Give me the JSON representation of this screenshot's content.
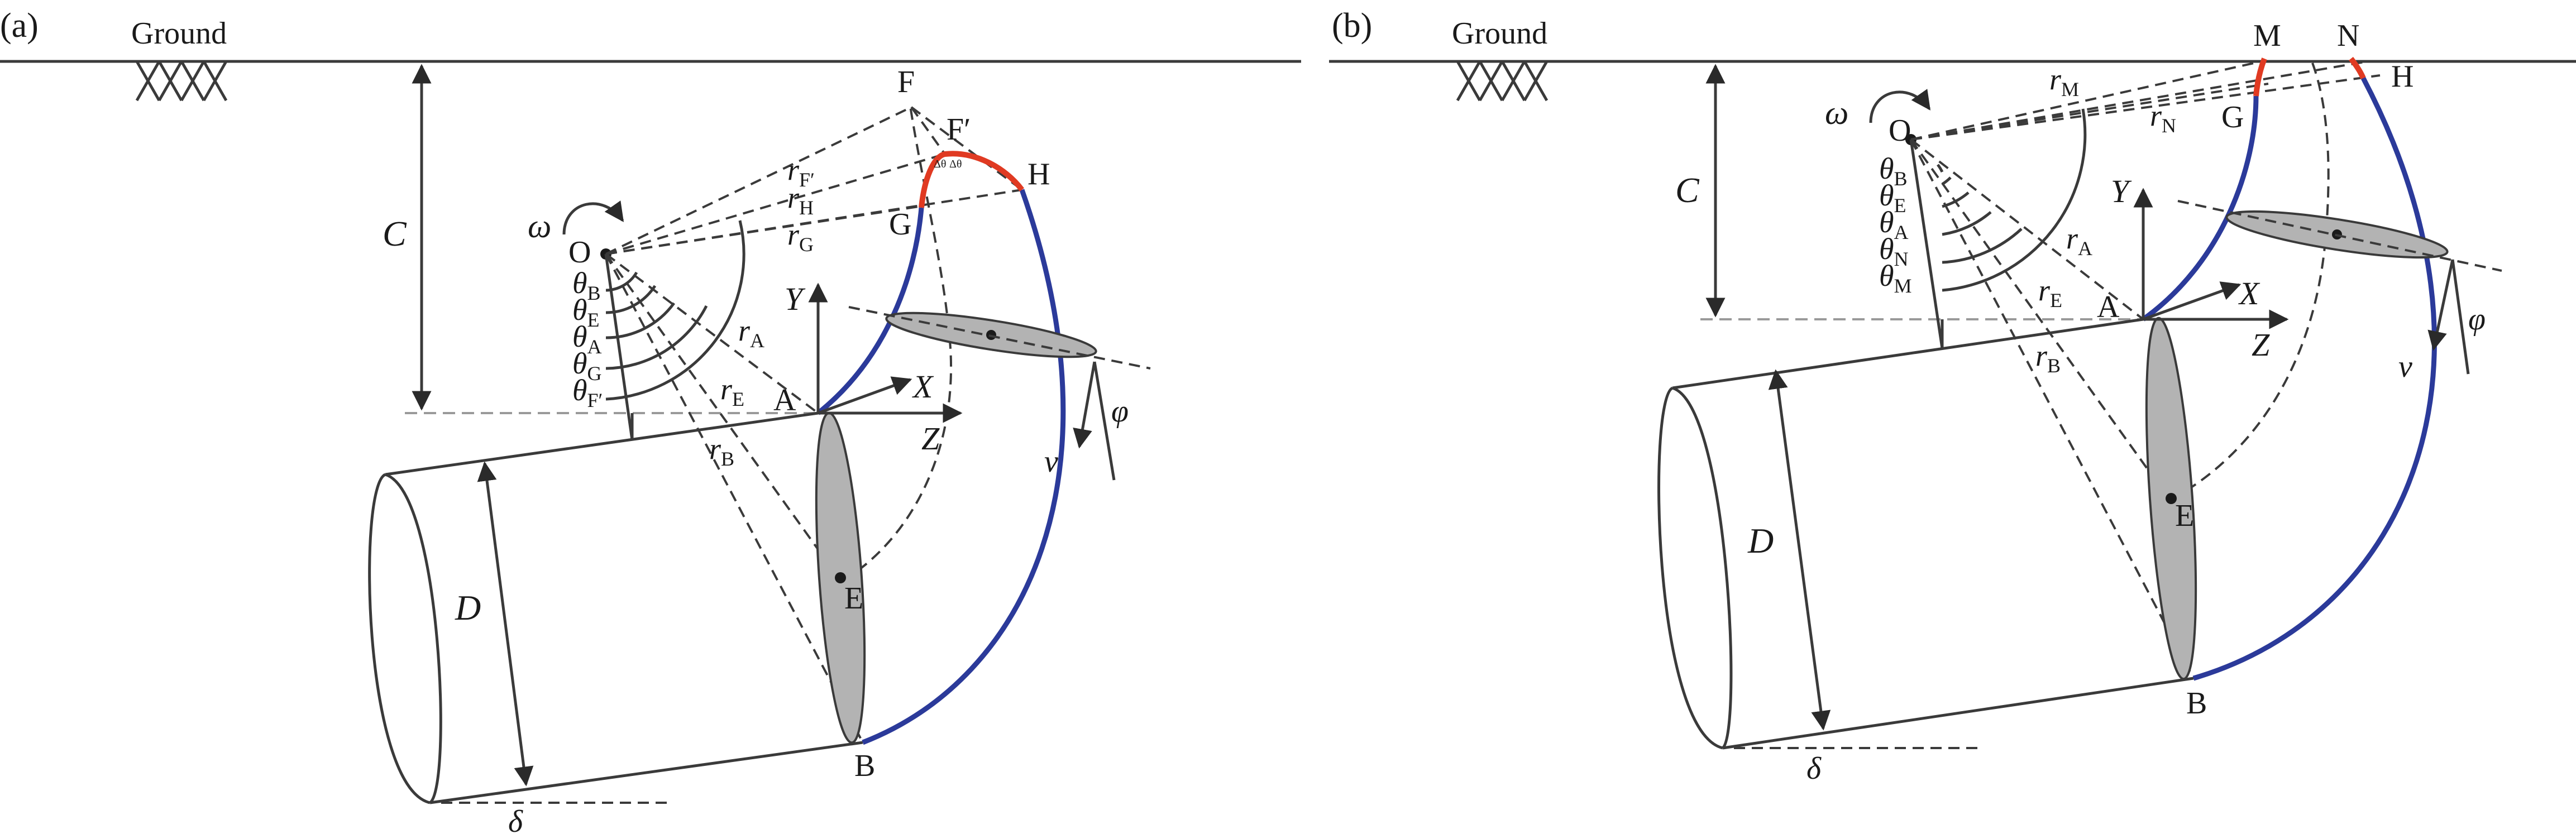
{
  "panels": [
    {
      "panel_label": "(a)",
      "ground_label": "Ground",
      "cover_label": "C",
      "diameter_label": "D",
      "angular_velocity_label": "ω",
      "velocity_label": "v",
      "friction_angle_label": "φ",
      "inclination_label": "δ",
      "axes": {
        "x": "X",
        "y": "Y",
        "z": "Z"
      },
      "points": {
        "O": "O",
        "A": "A",
        "B": "B",
        "E": "E",
        "F": "F",
        "F_prime": "F′",
        "G": "G",
        "H": "H"
      },
      "radii": {
        "rA": {
          "main": "r",
          "sub": "A"
        },
        "rB": {
          "main": "r",
          "sub": "B"
        },
        "rE": {
          "main": "r",
          "sub": "E"
        },
        "rG": {
          "main": "r",
          "sub": "G"
        },
        "rH": {
          "main": "r",
          "sub": "H"
        },
        "rF_prime": {
          "main": "r",
          "sub": "F′"
        }
      },
      "angles": [
        {
          "main": "θ",
          "sub": "B"
        },
        {
          "main": "θ",
          "sub": "E"
        },
        {
          "main": "θ",
          "sub": "A"
        },
        {
          "main": "θ",
          "sub": "G"
        },
        {
          "main": "θ",
          "sub": "F′"
        }
      ],
      "small_angle_labels": [
        "Δθ",
        "Δθ"
      ]
    },
    {
      "panel_label": "(b)",
      "ground_label": "Ground",
      "cover_label": "C",
      "diameter_label": "D",
      "angular_velocity_label": "ω",
      "velocity_label": "v",
      "friction_angle_label": "φ",
      "inclination_label": "δ",
      "axes": {
        "x": "X",
        "y": "Y",
        "z": "Z"
      },
      "points": {
        "O": "O",
        "A": "A",
        "B": "B",
        "E": "E",
        "M": "M",
        "N": "N",
        "G": "G",
        "H": "H"
      },
      "radii": {
        "rM": {
          "main": "r",
          "sub": "M"
        },
        "rN": {
          "main": "r",
          "sub": "N"
        },
        "rA": {
          "main": "r",
          "sub": "A"
        },
        "rE": {
          "main": "r",
          "sub": "E"
        },
        "rB": {
          "main": "r",
          "sub": "B"
        }
      },
      "angles": [
        {
          "main": "θ",
          "sub": "B"
        },
        {
          "main": "θ",
          "sub": "E"
        },
        {
          "main": "θ",
          "sub": "A"
        },
        {
          "main": "θ",
          "sub": "N"
        },
        {
          "main": "θ",
          "sub": "M"
        }
      ]
    }
  ],
  "colors": {
    "failure_curve": "#2b3a9a",
    "ground_failure_segment": "#e03a22",
    "face_ellipse_fill": "#b3b3b3",
    "line": "#3a3a3a"
  }
}
